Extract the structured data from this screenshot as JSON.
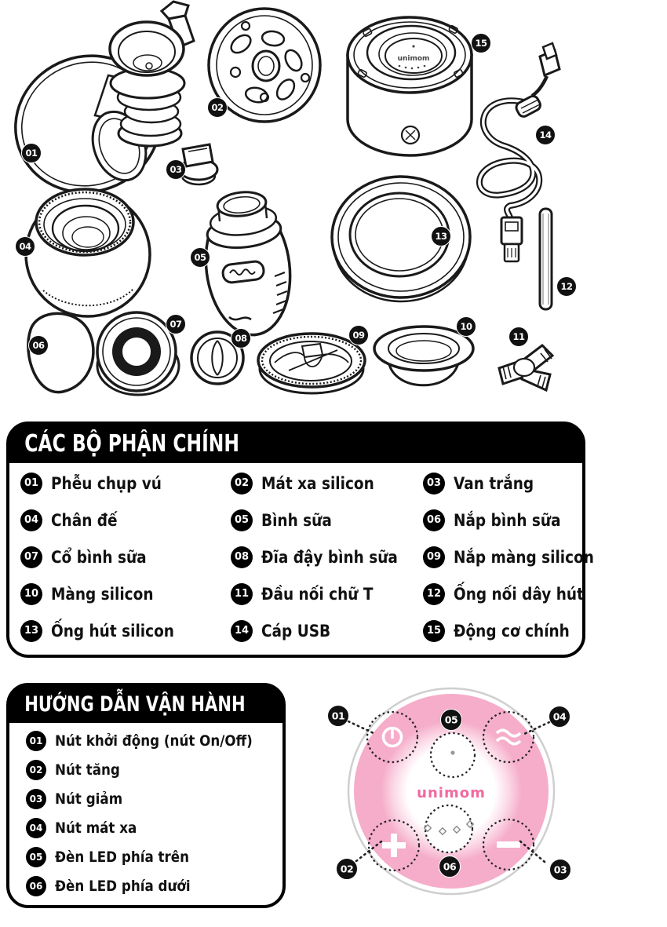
{
  "brand": "unimom",
  "parts_diagram": {
    "brand": "unimom",
    "labels": [
      "01",
      "02",
      "03",
      "04",
      "05",
      "06",
      "07",
      "08",
      "09",
      "10",
      "11",
      "12",
      "13",
      "14",
      "15"
    ]
  },
  "parts_panel": {
    "title": "CÁC BỘ PHẬN CHÍNH",
    "items": [
      {
        "num": "01",
        "label": "Phễu chụp vú"
      },
      {
        "num": "02",
        "label": "Mát xa silicon"
      },
      {
        "num": "03",
        "label": "Van trắng"
      },
      {
        "num": "04",
        "label": "Chân đế"
      },
      {
        "num": "05",
        "label": "Bình sữa"
      },
      {
        "num": "06",
        "label": "Nắp bình sữa"
      },
      {
        "num": "07",
        "label": "Cổ bình sữa"
      },
      {
        "num": "08",
        "label": "Đĩa đậy bình sữa"
      },
      {
        "num": "09",
        "label": "Nắp màng silicon"
      },
      {
        "num": "10",
        "label": "Màng silicon"
      },
      {
        "num": "11",
        "label": "Đầu nối chữ T"
      },
      {
        "num": "12",
        "label": "Ống nối dây hút"
      },
      {
        "num": "13",
        "label": "Ống hút silicon"
      },
      {
        "num": "14",
        "label": "Cáp USB"
      },
      {
        "num": "15",
        "label": "Động cơ chính"
      }
    ]
  },
  "operation_panel": {
    "title": "HƯỚNG DẪN VẬN HÀNH",
    "items": [
      {
        "num": "01",
        "label": "Nút khởi động (nút On/Off)"
      },
      {
        "num": "02",
        "label": "Nút tăng"
      },
      {
        "num": "03",
        "label": "Nút giảm"
      },
      {
        "num": "04",
        "label": "Nút mát xa"
      },
      {
        "num": "05",
        "label": "Đèn LED phía trên"
      },
      {
        "num": "06",
        "label": "Đèn LED phía dưới"
      }
    ]
  },
  "control_diagram": {
    "brand": "unimom",
    "callouts": [
      "01",
      "02",
      "03",
      "04",
      "05",
      "06"
    ],
    "colors": {
      "ring": "#F5ADC9",
      "glow": "#FBD7E5",
      "brand_text": "#F2699F"
    }
  }
}
